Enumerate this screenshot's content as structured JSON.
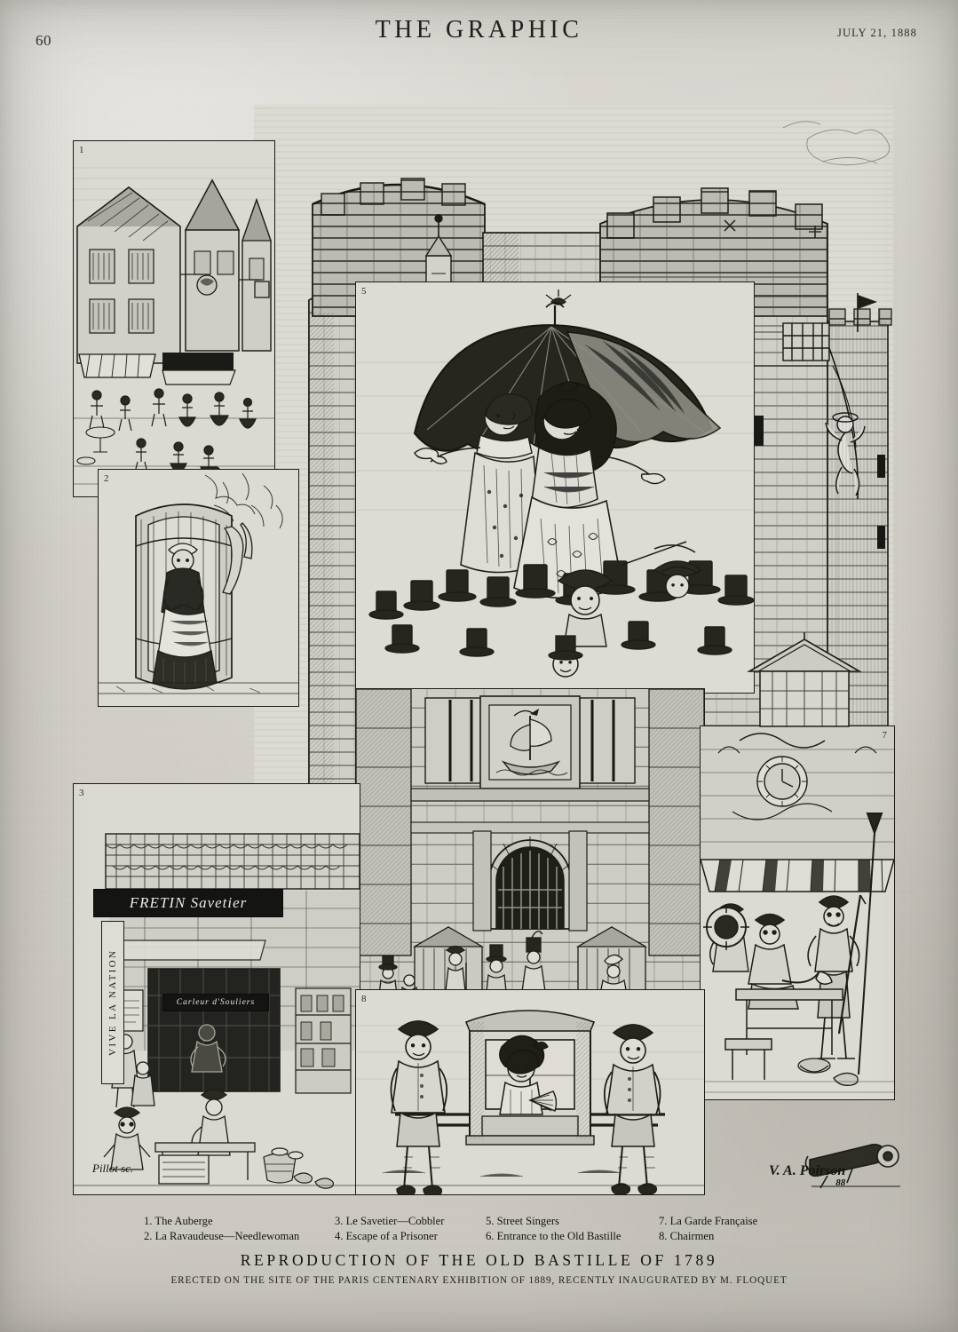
{
  "masthead": {
    "folio": "60",
    "title": "THE GRAPHIC",
    "date": "July 21, 1888",
    "ghost_offset_text": "shew through of reverse page type"
  },
  "plate": {
    "main_caption": "REPRODUCTION OF THE OLD BASTILLE OF 1789",
    "sub_caption": "Erected on the site of the Paris Centenary Exhibition of 1889, recently inaugurated by M. Floquet",
    "artist_signature": "V. A. Poirson",
    "artist_signature_year": "88",
    "engraver_signature": "Pillot sc.",
    "legend": [
      {
        "number": "1.",
        "label": "The Auberge"
      },
      {
        "number": "2.",
        "label": "La Ravaudeuse—Needlewoman"
      },
      {
        "number": "3.",
        "label": "Le Savetier—Cobbler"
      },
      {
        "number": "4.",
        "label": "Escape of a Prisoner"
      },
      {
        "number": "5.",
        "label": "Street Singers"
      },
      {
        "number": "6.",
        "label": "Entrance to the Old Bastille"
      },
      {
        "number": "7.",
        "label": "La Garde Française"
      },
      {
        "number": "8.",
        "label": "Chairmen"
      }
    ],
    "panels": [
      {
        "id": "1",
        "number": "1",
        "title": "The Auberge",
        "description": "Timbered inn facades with hanging trade signs, awnings, pavement tables and strolling crowd"
      },
      {
        "id": "2",
        "number": "2",
        "title": "La Ravaudeuse—Needlewoman",
        "description": "Needlewoman seated sewing inside a barrel-shaped street booth hung with garments"
      },
      {
        "id": "3",
        "number": "3",
        "title": "Le Savetier—Cobbler",
        "description": "Cobbler's shop front with tiled penthouse roof, stalls and customers in the street"
      },
      {
        "id": "4",
        "number": "4",
        "title": "Escape of a Prisoner",
        "description": "Prisoner descending the tower wall on a rope from a barred window"
      },
      {
        "id": "5",
        "number": "5",
        "title": "Street Singers",
        "description": "Two singers under a large open parasol performing to a crowd in top hats and tricornes"
      },
      {
        "id": "6",
        "number": "6",
        "title": "Entrance to the Old Bastille",
        "description": "Stone gateway with arms of Paris above the arched doorway and sentries below"
      },
      {
        "id": "7",
        "number": "7",
        "title": "La Garde Française",
        "description": "Guards lounging with halberds and muskets beneath a striped awning"
      },
      {
        "id": "8",
        "number": "8",
        "title": "Chairmen",
        "description": "Two chairmen in tricorne hats carrying a sedan chair with a lady holding a fan"
      }
    ],
    "inscriptions": {
      "cobbler_sign": "FRETIN Savetier",
      "cobbler_secondary_sign": "Carleur d'Souliers",
      "vertical_placard": "VIVE LA NATION"
    },
    "heraldry": {
      "gate_arms": "Arms of Paris — ship under sail"
    }
  },
  "colors": {
    "paper": "#d5d4cf",
    "ink": "#1a1a17",
    "plate_border": "#1c1c19",
    "sign_ground": "#141412",
    "sign_text": "#eceae2"
  }
}
